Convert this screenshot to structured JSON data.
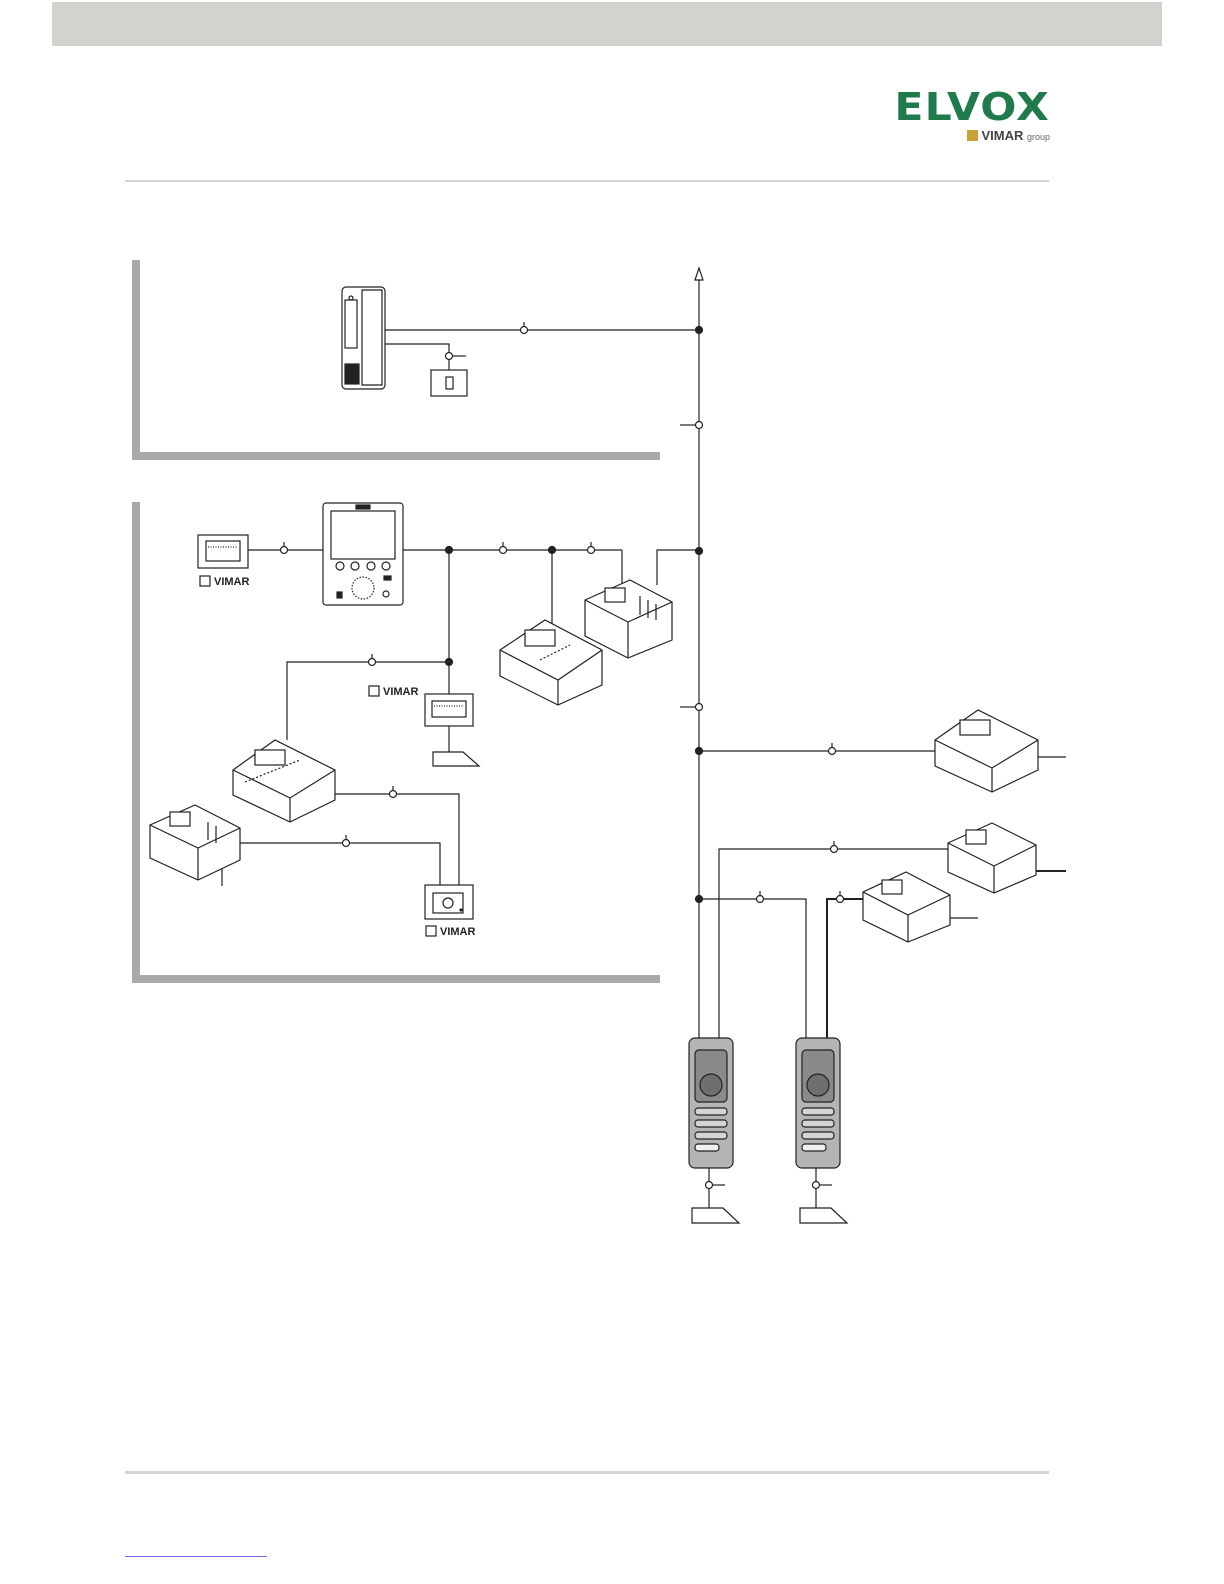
{
  "header": {
    "band_color": "#d2d2cf"
  },
  "logo": {
    "name": "ELVOX",
    "sub_brand": "VIMAR",
    "sub_suffix": "group",
    "color": "#1f7a4c"
  },
  "diagram": {
    "device_brand_labels": [
      "VIMAR",
      "VIMAR",
      "VIMAR"
    ],
    "panel_frame_color": "#a9a9a9",
    "line_color": "#222222"
  },
  "footer": {
    "link_color": "#6b6be0"
  }
}
